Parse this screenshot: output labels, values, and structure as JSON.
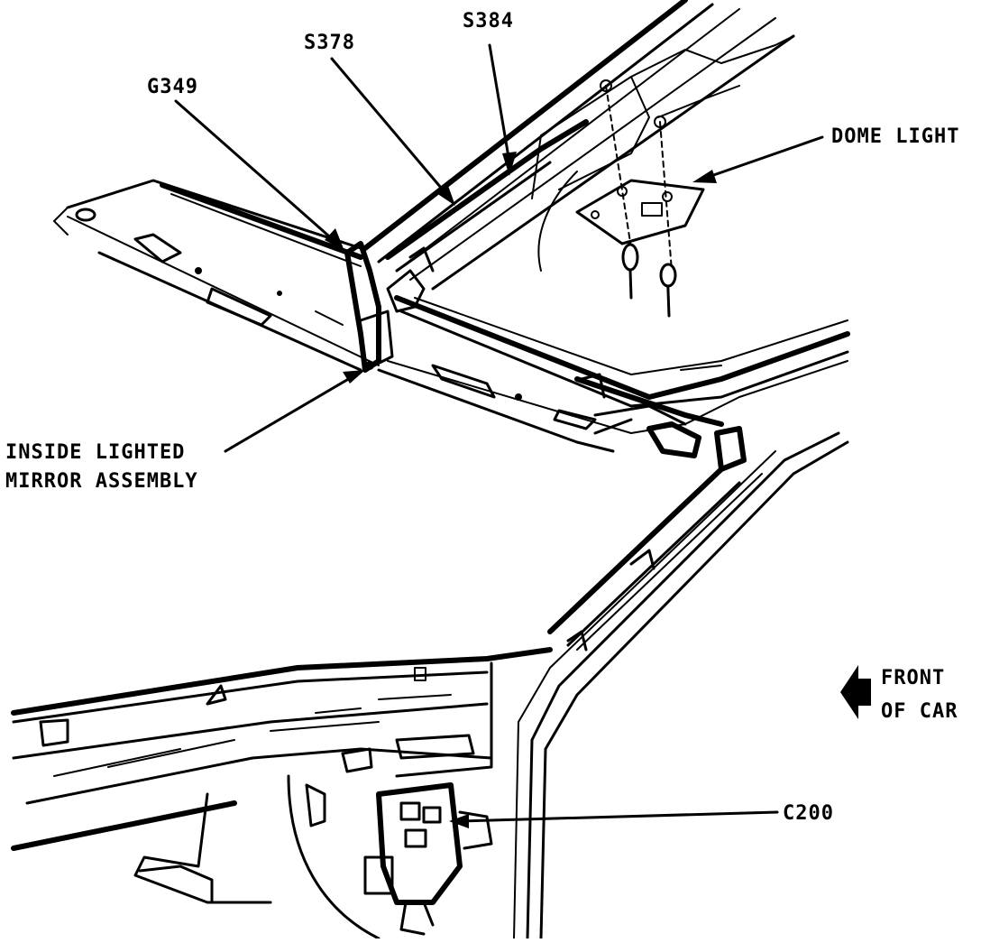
{
  "labels": {
    "s384": "S384",
    "s378": "S378",
    "g349": "G349",
    "dome_light": "DOME LIGHT",
    "inside_lighted_line1": "INSIDE LIGHTED",
    "inside_lighted_line2": "MIRROR ASSEMBLY",
    "front_line1": "FRONT",
    "front_line2": "OF CAR",
    "c200": "C200"
  },
  "colors": {
    "ink": "#000000",
    "paper": "#ffffff"
  },
  "icons": [
    "front-arrow-icon"
  ]
}
